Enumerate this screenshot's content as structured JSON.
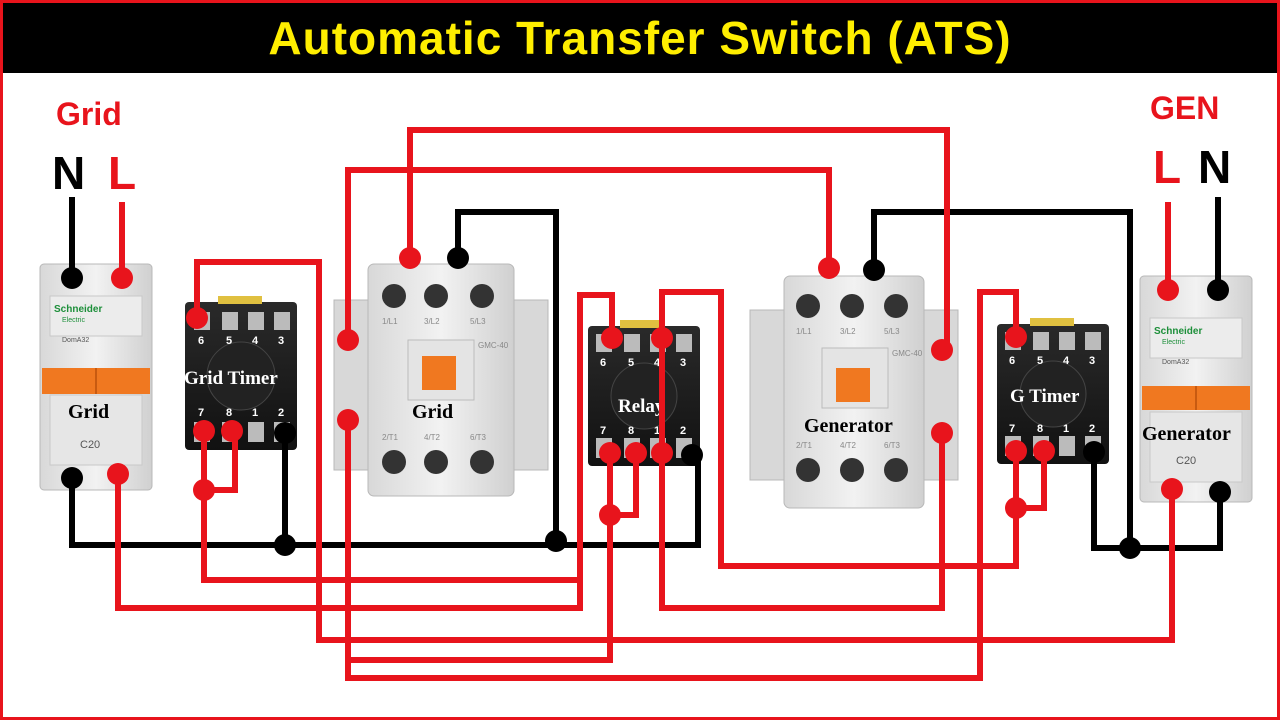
{
  "title": "Automatic Transfer Switch (ATS)",
  "colors": {
    "title_bg": "#000000",
    "title_text": "#ffee00",
    "live_wire": "#e8141c",
    "neutral_wire": "#000000",
    "breaker_handle": "#f07820",
    "contactor_button": "#f07820"
  },
  "sources": {
    "grid": {
      "name": "Grid",
      "neutral": "N",
      "live": "L"
    },
    "generator": {
      "name": "GEN",
      "live": "L",
      "neutral": "N"
    }
  },
  "breakers": {
    "grid": {
      "label": "Grid",
      "brand": "Schneider",
      "sub": "Electric",
      "model": "DomA32",
      "rating": "C20"
    },
    "generator": {
      "label": "Generator",
      "brand": "Schneider",
      "sub": "Electric",
      "model": "DomA32",
      "rating": "C20"
    }
  },
  "contactors": {
    "grid": {
      "label": "Grid",
      "model": "GMC-40",
      "top_terms": [
        "1/L1",
        "3/L2",
        "5/L3"
      ],
      "bottom_terms": [
        "2/T1",
        "4/T2",
        "6/T3"
      ]
    },
    "generator": {
      "label": "Generator",
      "model": "GMC-40",
      "top_terms": [
        "1/L1",
        "3/L2",
        "5/L3"
      ],
      "bottom_terms": [
        "2/T1",
        "4/T2",
        "6/T3"
      ]
    }
  },
  "relays": {
    "grid_timer": {
      "label": "Grid Timer",
      "top_pins": [
        "6",
        "5",
        "4",
        "3"
      ],
      "bottom_pins": [
        "7",
        "8",
        "1",
        "2"
      ]
    },
    "relay": {
      "label": "Relay",
      "top_pins": [
        "6",
        "5",
        "4",
        "3"
      ],
      "bottom_pins": [
        "7",
        "8",
        "1",
        "2"
      ]
    },
    "g_timer": {
      "label": "G Timer",
      "top_pins": [
        "6",
        "5",
        "4",
        "3"
      ],
      "bottom_pins": [
        "7",
        "8",
        "1",
        "2"
      ]
    }
  }
}
